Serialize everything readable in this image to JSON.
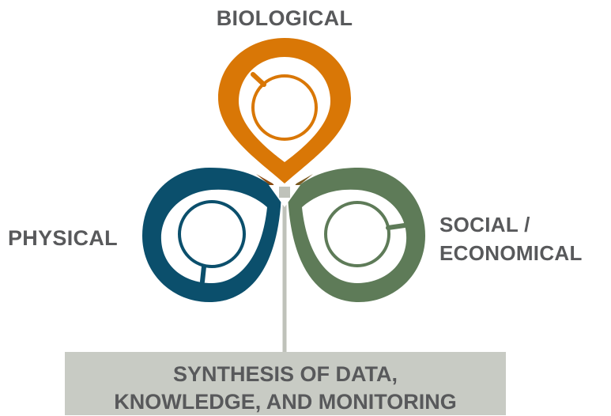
{
  "labels": {
    "biological": "BIOLOGICAL",
    "physical": "PHYSICAL",
    "social_line1": "SOCIAL /",
    "social_line2": "ECONOMICAL"
  },
  "synthesis": {
    "line1": "SYNTHESIS OF DATA,",
    "line2": "KNOWLEDGE, AND MONITORING"
  },
  "colors": {
    "biological": "#d97706",
    "physical": "#0b4f6c",
    "social": "#5e7b58",
    "synthesis_box": "#c8cbc4",
    "stem": "#bfc2ba",
    "text": "#58595b"
  },
  "icons": {
    "biological": "pin-magnifier-icon",
    "physical": "pin-magnifier-icon",
    "social": "pin-magnifier-icon"
  }
}
